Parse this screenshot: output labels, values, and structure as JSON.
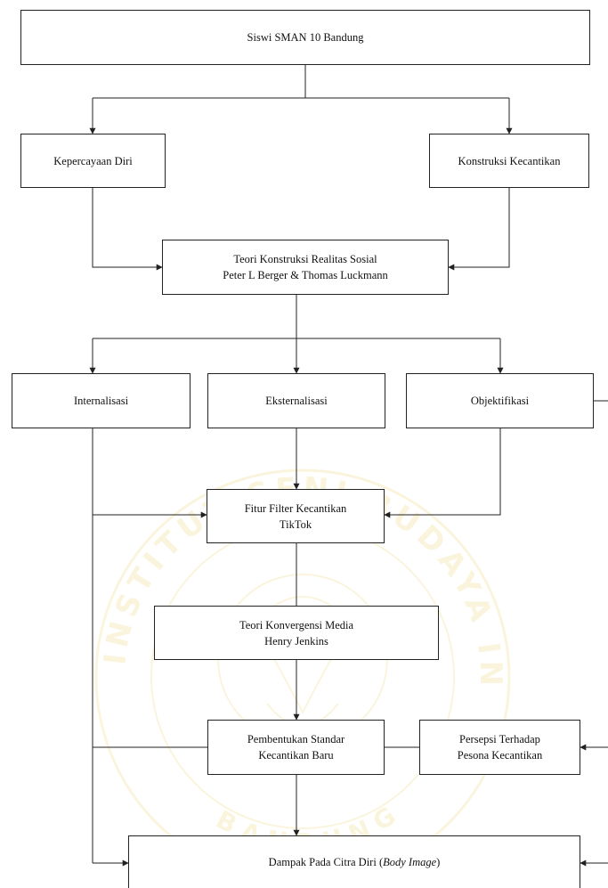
{
  "diagram": {
    "nodes": {
      "siswi": {
        "line1": "Siswi SMAN 10 Bandung"
      },
      "kepercayaan": {
        "line1": "Kepercayaan Diri"
      },
      "konstruksi": {
        "line1": "Konstruksi Kecantikan"
      },
      "teori_konstruksi": {
        "line1": "Teori Konstruksi Realitas Sosial",
        "line2": "Peter L Berger & Thomas Luckmann"
      },
      "internalisasi": {
        "line1": "Internalisasi"
      },
      "eksternalisasi": {
        "line1": "Eksternalisasi"
      },
      "objektifikasi": {
        "line1": "Objektifikasi"
      },
      "fitur_filter": {
        "line1": "Fitur Filter Kecantikan",
        "line2": "TikTok"
      },
      "teori_konvergensi": {
        "line1": "Teori Konvergensi Media",
        "line2": "Henry Jenkins"
      },
      "pembentukan": {
        "line1": "Pembentukan Standar",
        "line2": "Kecantikan Baru"
      },
      "persepsi": {
        "line1": "Persepsi Terhadap",
        "line2": "Pesona Kecantikan"
      },
      "dampak": {
        "prefix": "Dampak Pada Citra Diri (",
        "italic": "Body Image",
        "suffix": ")"
      }
    },
    "watermark": {
      "ring_text": "INSTITUT SENI BUDAYA INDONESIA",
      "bottom_text": "BANDUNG",
      "color": "#e8c84a"
    },
    "line_color": "#222222"
  }
}
